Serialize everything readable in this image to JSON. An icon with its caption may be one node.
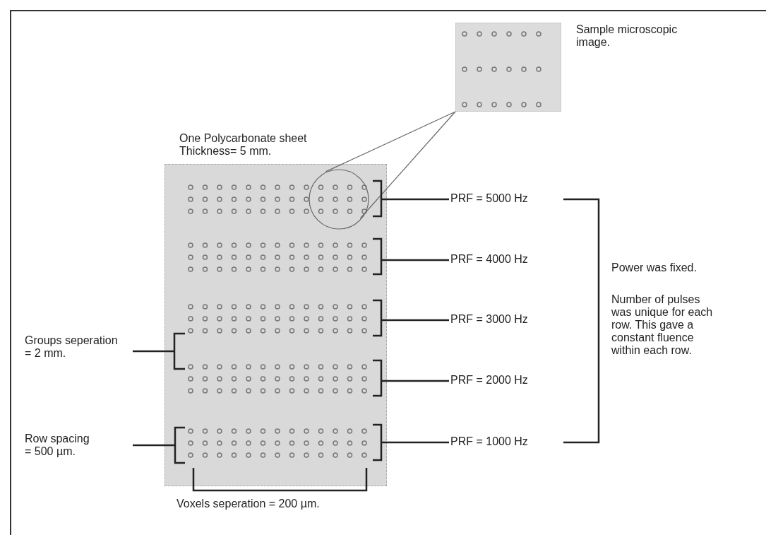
{
  "diagram": {
    "nodes": [
      {
        "text": [],
        "shape": "box",
        "beside": [
          "Sample microscopic image."
        ]
      },
      {
        "text": [
          "One Polycarbonate sheet",
          "Thickness= 5 mm."
        ]
      },
      {
        "text": [],
        "shape": "circle",
        "in": 1
      },
      {
        "text": [],
        "shape": "dots",
        "in": 1
      },
      {
        "text": [],
        "shape": "dots",
        "in": 1
      },
      {
        "text": [],
        "shape": "dots",
        "in": 1
      },
      {
        "text": [],
        "shape": "dots",
        "in": 1
      },
      {
        "text": [],
        "shape": "dots",
        "in": 1
      },
      {
        "text": [
          "PRF = 5000 Hz"
        ]
      },
      {
        "text": [
          "PRF = 4000 Hz"
        ]
      },
      {
        "text": [
          "PRF = 3000 Hz"
        ]
      },
      {
        "text": [
          "PRF = 2000 Hz"
        ]
      },
      {
        "text": [
          "PRF = 1000 Hz"
        ]
      }
    ],
    "edges": [
      {
        "from": 2,
        "to": 0,
        "arrow": "none"
      },
      {
        "from": 2,
        "to": 0,
        "arrow": "none"
      },
      {
        "from": 8,
        "to": 3,
        "arrow": "none"
      },
      {
        "from": 9,
        "to": 4,
        "arrow": "none"
      },
      {
        "from": 10,
        "to": 5,
        "arrow": "none"
      },
      {
        "from": 11,
        "to": 6,
        "arrow": "none"
      },
      {
        "from": 12,
        "to": 7,
        "arrow": "none"
      }
    ],
    "labels": [
      "Power was fixed.",
      "Number of pulses was unique for each row. This gave a constant fluence within each row.",
      "Groups seperation = 2 mm.",
      "Row spacing = 500 µm.",
      "Voxels seperation = 200 µm."
    ]
  }
}
